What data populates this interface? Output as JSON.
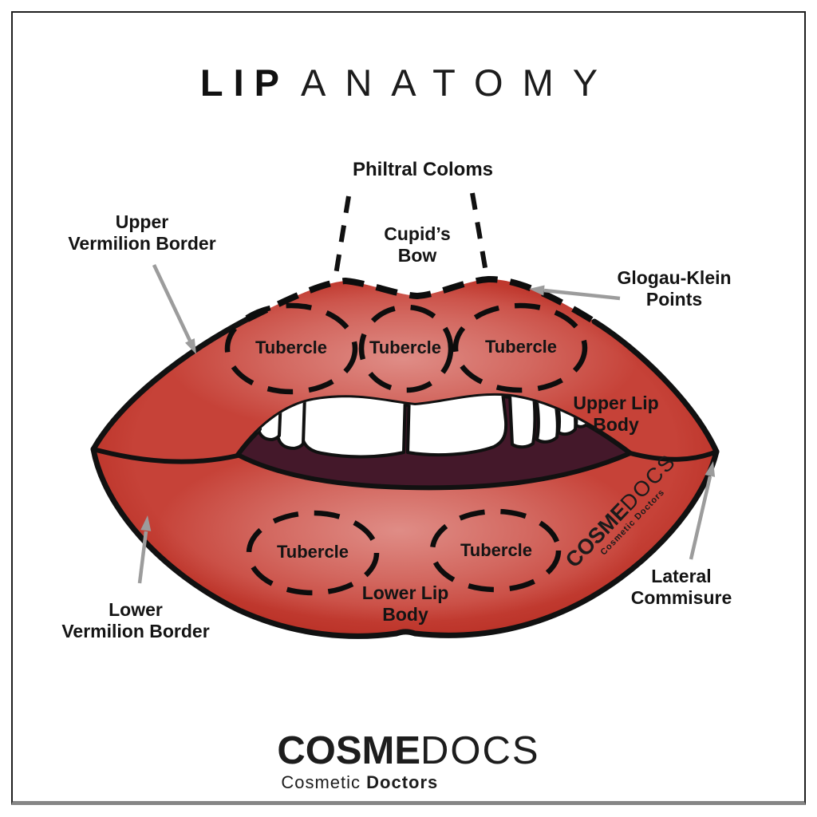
{
  "title": {
    "word_bold": "LIP",
    "word_light": "ANATOMY"
  },
  "colors": {
    "lip_dark": "#b02318",
    "lip_mid": "#c64238",
    "lip_light": "#e2958f",
    "mouth_interior": "#44182a",
    "teeth": "#ffffff",
    "outline": "#111111",
    "arrow": "#9c9c9c",
    "text": "#141414",
    "frame": "#1f1f1f",
    "frame_bottom": "#868686"
  },
  "labels": {
    "philtral_columns": "Philtral Coloms",
    "cupids_bow": [
      "Cupid’s",
      "Bow"
    ],
    "upper_vermilion": [
      "Upper",
      "Vermilion Border"
    ],
    "glogau_klein": [
      "Glogau-Klein",
      "Points"
    ],
    "upper_lip_body": [
      "Upper Lip",
      "Body"
    ],
    "lateral_commisure": [
      "Lateral",
      "Commisure"
    ],
    "lower_vermilion": [
      "Lower",
      "Vermilion Border"
    ],
    "lower_lip_body": [
      "Lower Lip",
      "Body"
    ],
    "tubercle": "Tubercle"
  },
  "watermark": {
    "brand_bold": "COSME",
    "brand_light": "DOCS",
    "tagline": "Cosmetic Doctors"
  },
  "footer": {
    "brand_bold": "COSME",
    "brand_light": "DOCS",
    "tagline_regular": "Cosmetic",
    "tagline_bold": "Doctors"
  }
}
